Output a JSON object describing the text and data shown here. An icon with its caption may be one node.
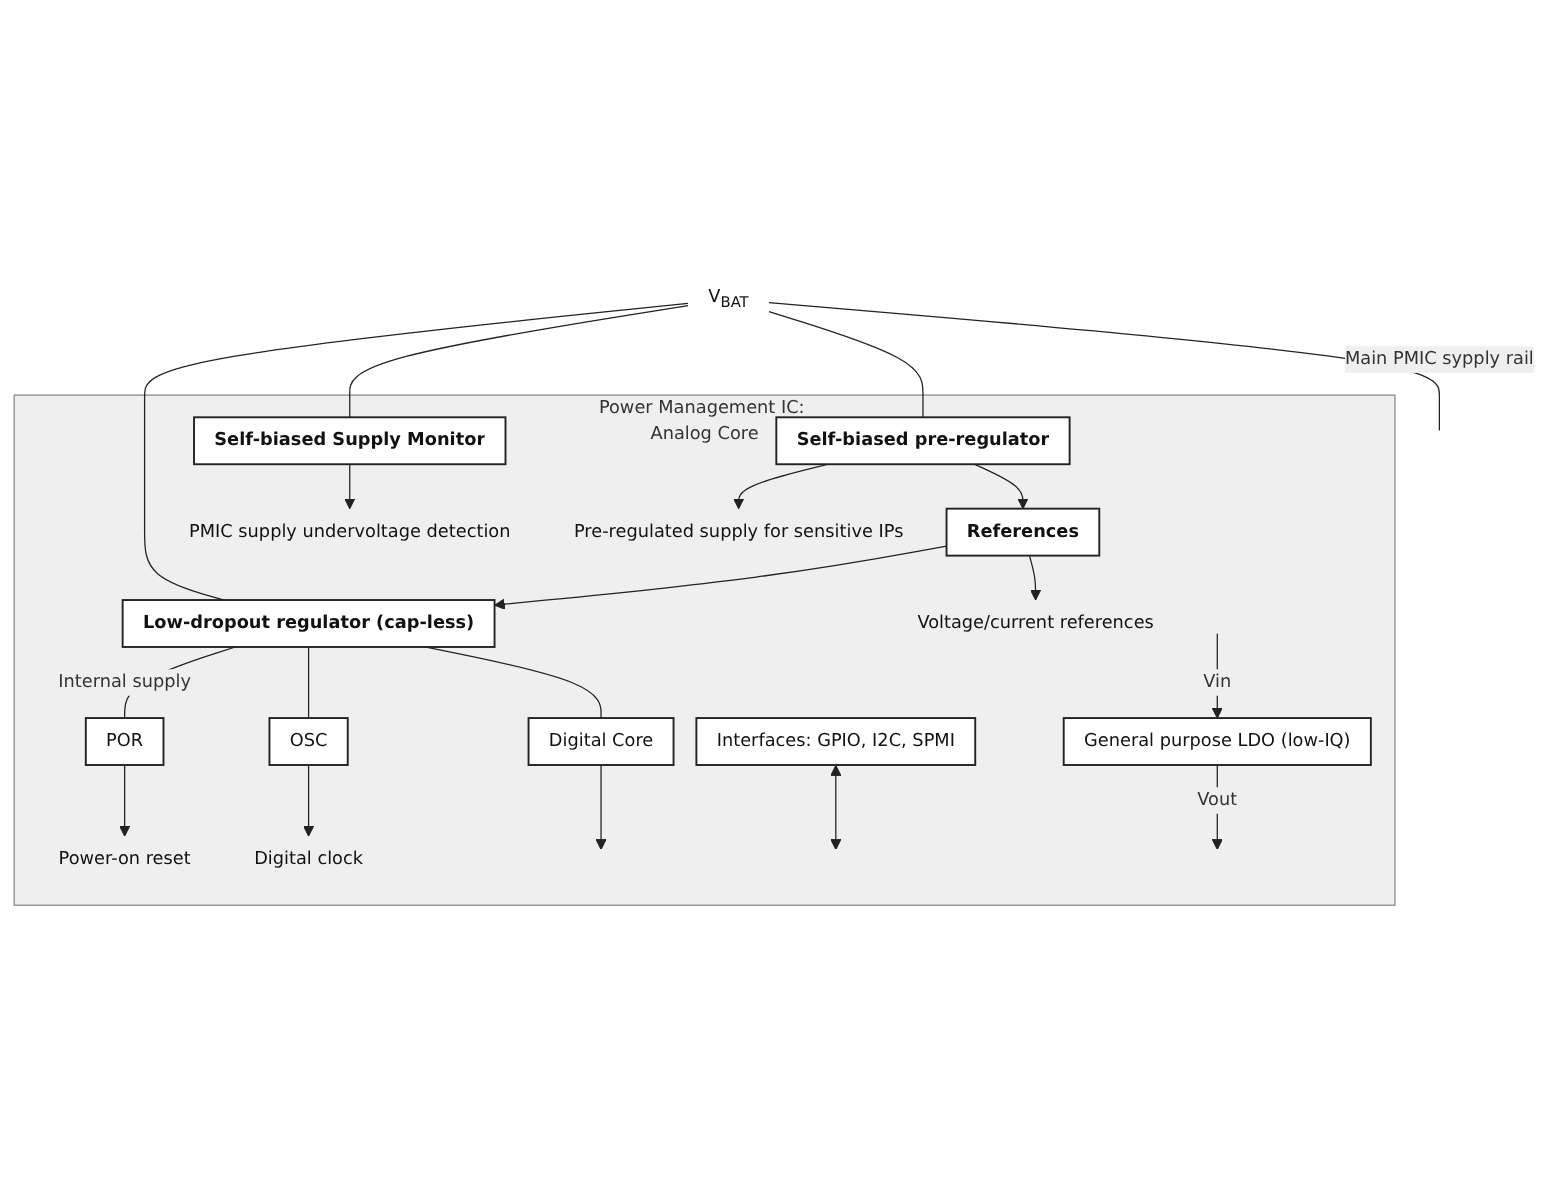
{
  "diagram": {
    "nodes": [
      {
        "text": [
          "Power Management IC: Analog Core"
        ]
      },
      {
        "text": [
          "Self-biased Supply Monitor"
        ],
        "in": 0
      },
      {
        "text": [
          "Self-biased pre-regulator"
        ],
        "in": 0
      },
      {
        "text": [
          "References"
        ],
        "in": 0
      },
      {
        "text": [
          "Low-dropout regulator (cap-less)"
        ],
        "in": 0
      },
      {
        "text": [
          "POR"
        ],
        "in": 0
      },
      {
        "text": [
          "OSC"
        ],
        "in": 0
      },
      {
        "text": [
          "Digital Core"
        ],
        "in": 0
      },
      {
        "text": [
          "Interfaces: GPIO, I2C, SPMI"
        ],
        "in": 0
      },
      {
        "text": [
          "General purpose LDO (low-IQ)"
        ],
        "in": 0
      },
      {
        "text": [
          "PMIC supply undervoltage detection"
        ],
        "in": 0
      },
      {
        "text": [
          "Pre-regulated supply for sensitive IPs"
        ],
        "in": 0
      },
      {
        "text": [
          "Voltage/current references"
        ],
        "in": 0
      },
      {
        "text": [
          "Power-on reset"
        ],
        "in": 0
      },
      {
        "text": [
          "Digital clock"
        ],
        "in": 0
      },
      {
        "text": [
          "V$_{BAT}$"
        ]
      }
    ],
    "edges": [
      {
        "from": 15,
        "to": null,
        "arrow": "none",
        "label": "Main PMIC sypply rail"
      },
      {
        "from": 15,
        "to": 1,
        "arrow": "none"
      },
      {
        "from": 15,
        "to": 2,
        "arrow": "none"
      },
      {
        "from": 15,
        "to": 4,
        "arrow": "none"
      },
      {
        "from": 1,
        "to": 10,
        "arrow": "to"
      },
      {
        "from": 2,
        "to": 11,
        "arrow": "to"
      },
      {
        "from": 2,
        "to": 3,
        "arrow": "to"
      },
      {
        "from": 3,
        "to": 12,
        "arrow": "to"
      },
      {
        "from": 3,
        "to": 4,
        "arrow": "to"
      },
      {
        "from": 4,
        "to": 5,
        "arrow": "none",
        "label": "Internal supply"
      },
      {
        "from": 4,
        "to": 6,
        "arrow": "none"
      },
      {
        "from": 4,
        "to": 7,
        "arrow": "none"
      },
      {
        "from": 5,
        "to": 13,
        "arrow": "to"
      },
      {
        "from": 6,
        "to": 14,
        "arrow": "to"
      },
      {
        "from": 7,
        "to": null,
        "arrow": "to"
      },
      {
        "from": 8,
        "to": null,
        "arrow": "both"
      },
      {
        "from": null,
        "to": 9,
        "arrow": "to",
        "label": "Vin"
      },
      {
        "from": 9,
        "to": null,
        "arrow": "to",
        "label": "Vout"
      }
    ]
  }
}
